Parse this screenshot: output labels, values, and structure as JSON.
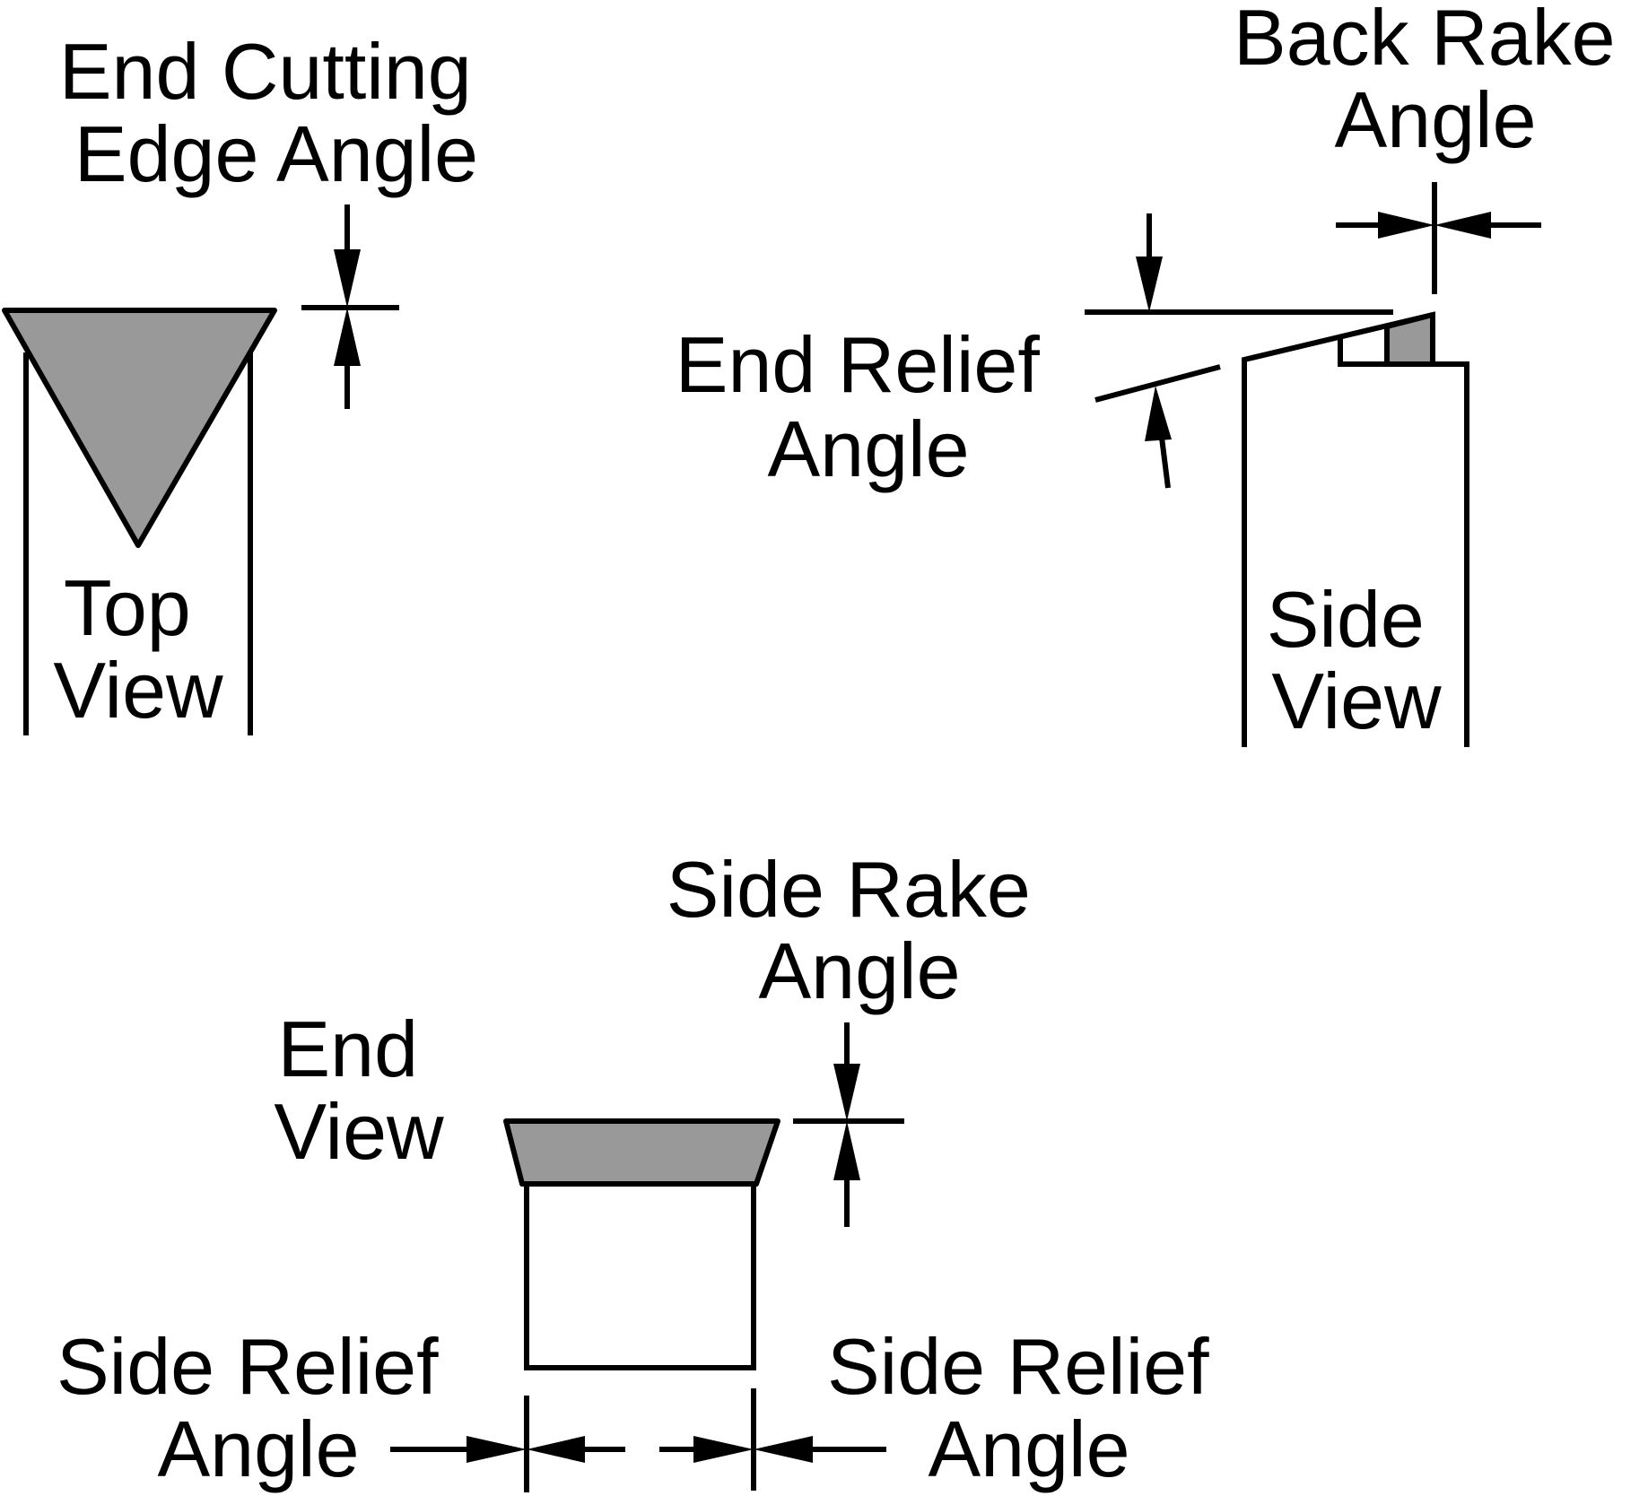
{
  "labels": {
    "end_cutting_edge_angle": [
      "End Cutting",
      "Edge Angle"
    ],
    "top_view": [
      "Top",
      "View"
    ],
    "back_rake_angle": [
      "Back Rake",
      "Angle"
    ],
    "end_relief_angle": [
      "End Relief",
      "Angle"
    ],
    "side_view": [
      "Side",
      "View"
    ],
    "side_rake_angle": [
      "Side Rake",
      "Angle"
    ],
    "end_view": [
      "End",
      "View"
    ],
    "side_relief_angle_left": [
      "Side Relief",
      "Angle"
    ],
    "side_relief_angle_right": [
      "Side Relief",
      "Angle"
    ]
  },
  "colors": {
    "ink": "#000000",
    "shade": "#999999",
    "background": "#ffffff"
  }
}
